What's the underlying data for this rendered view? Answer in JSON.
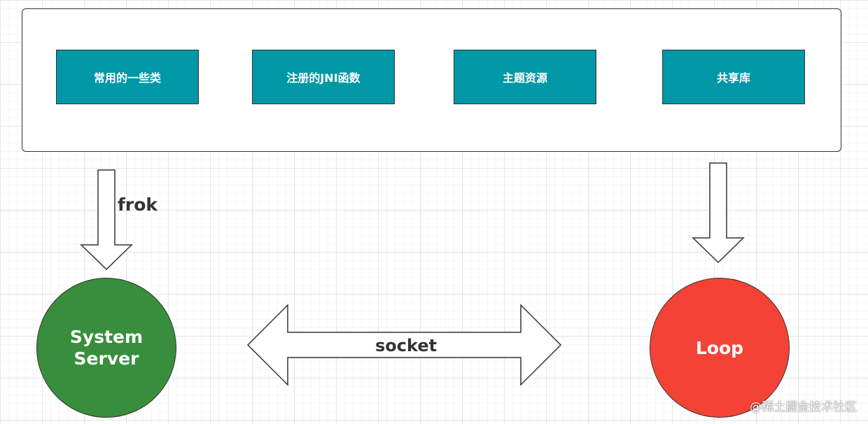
{
  "modules": [
    {
      "label": "常用的一些类"
    },
    {
      "label": "注册的JNI函数"
    },
    {
      "label": "主题资源"
    },
    {
      "label": "共享库"
    }
  ],
  "edges": {
    "fork_label": "frok",
    "socket_label": "socket"
  },
  "nodes": {
    "system_server": {
      "line1": "System",
      "line2": "Server",
      "color": "#388e3c"
    },
    "loop": {
      "label": "Loop",
      "color": "#f44336"
    }
  },
  "colors": {
    "module_fill": "#0097a7",
    "stroke": "#333333"
  },
  "watermark": "@稀土掘金技术社区"
}
